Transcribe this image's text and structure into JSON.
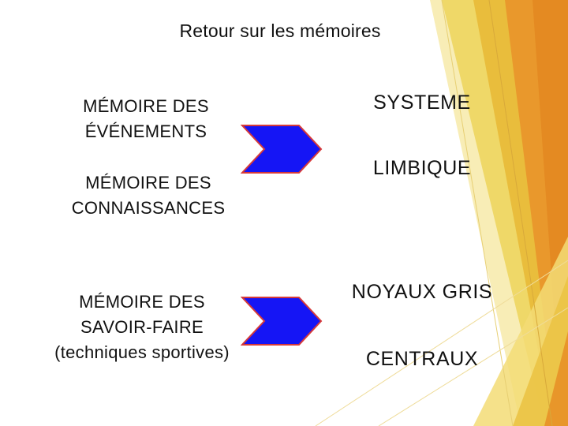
{
  "slide": {
    "title": "Retour sur les mémoires",
    "left_labels": {
      "events": {
        "line1": "MÉMOIRE DES",
        "line2": "ÉVÉNEMENTS"
      },
      "knowledge": {
        "line1": "MÉMOIRE DES",
        "line2": "CONNAISSANCES"
      },
      "skills": {
        "line1": "MÉMOIRE DES",
        "line2": "SAVOIR-FAIRE",
        "line3": "(techniques sportives)"
      }
    },
    "right_labels": {
      "limbic": {
        "line1": "SYSTEME",
        "line2": "LIMBIQUE"
      },
      "basal": {
        "line1": "NOYAUX GRIS",
        "line2": "CENTRAUX"
      }
    }
  },
  "colors": {
    "arrow_fill": "#1515f5",
    "arrow_stroke": "#d63a3a",
    "deco_yellow_light": "#f6e7a0",
    "deco_yellow": "#ecd35a",
    "deco_gold": "#e8b531",
    "deco_orange": "#e9962a",
    "deco_orange_dark": "#e38a20"
  }
}
